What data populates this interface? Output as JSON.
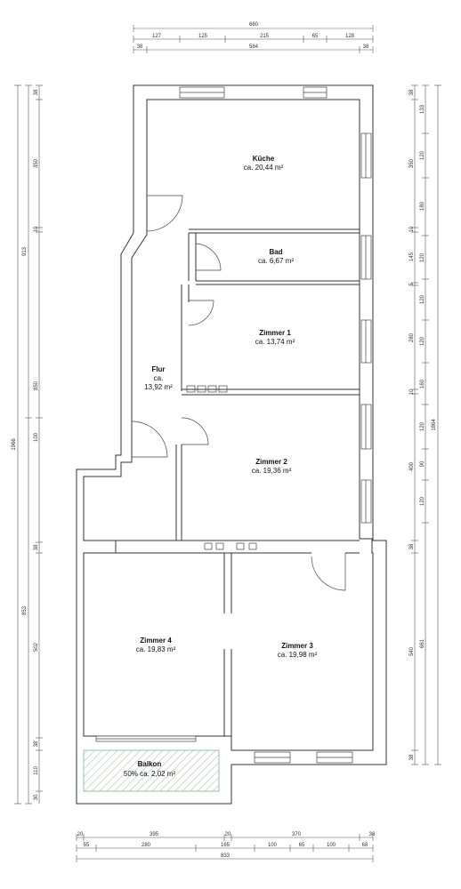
{
  "dimensions": {
    "top_row1": [
      "660"
    ],
    "top_row2": [
      "127",
      "125",
      "215",
      "65",
      "128"
    ],
    "top_row3": [
      "38",
      "584",
      "38"
    ],
    "left_outer": [
      "1966"
    ],
    "left_mid": [
      "913",
      "853"
    ],
    "left_inner": [
      "38",
      "350",
      "10",
      "850",
      "100",
      "38",
      "502",
      "38",
      "110",
      "30"
    ],
    "right_inner": [
      "38",
      "350",
      "10",
      "145",
      "5",
      "280",
      "10",
      "400",
      "38",
      "540",
      "38"
    ],
    "right_mid": [
      "133",
      "120",
      "180",
      "120",
      "120",
      "120",
      "160",
      "120",
      "90",
      "120",
      "661"
    ],
    "right_outer": [
      "1864"
    ],
    "bottom_row1": [
      "20",
      "395",
      "20",
      "370",
      "38"
    ],
    "bottom_row2": [
      "55",
      "280",
      "165",
      "100",
      "65",
      "100",
      "68"
    ],
    "bottom_row3": [
      "833"
    ]
  },
  "rooms": {
    "kueche": {
      "name": "Küche",
      "area": "ca. 20,44 m²"
    },
    "bad": {
      "name": "Bad",
      "area": "ca. 6,67 m²"
    },
    "zimmer1": {
      "name": "Zimmer 1",
      "area": "ca. 13,74 m²"
    },
    "flur": {
      "name": "Flur",
      "area_line1": "ca.",
      "area_line2": "13,92 m²"
    },
    "zimmer2": {
      "name": "Zimmer 2",
      "area": "ca. 19,36 m²"
    },
    "zimmer4": {
      "name": "Zimmer 4",
      "area": "ca. 19,83 m²"
    },
    "zimmer3": {
      "name": "Zimmer 3",
      "area": "ca. 19,98 m²"
    },
    "balkon": {
      "name": "Balkon",
      "area": "50% ca. 2,02 m²"
    }
  }
}
